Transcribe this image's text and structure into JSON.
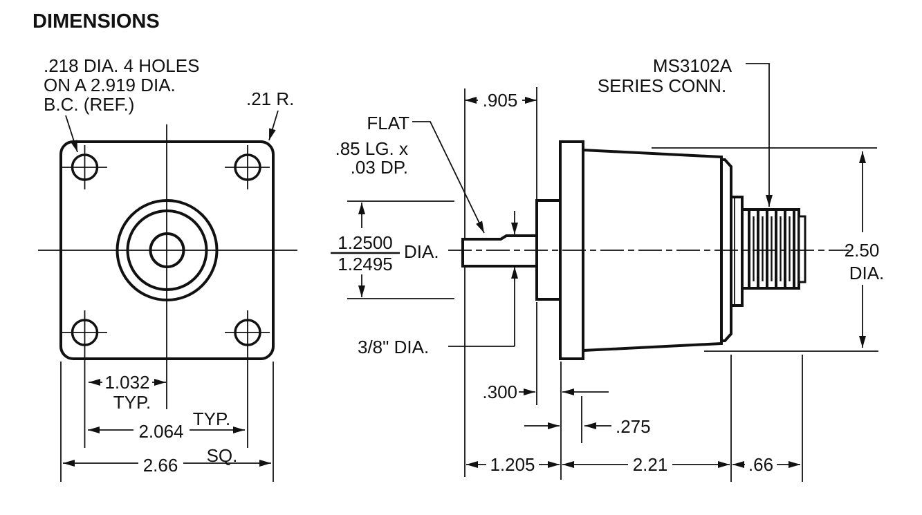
{
  "title": "DIMENSIONS",
  "front_view": {
    "hole_note_line1": ".218 DIA. 4 HOLES",
    "hole_note_line2": "ON A 2.919 DIA.",
    "hole_note_line3": "B.C. (REF.)",
    "corner_radius": ".21 R.",
    "hole_offset": "1.032",
    "hole_offset_suffix": "TYP.",
    "hole_spacing": "2.064",
    "hole_spacing_suffix": "TYP.",
    "flange_size": "2.66",
    "flange_size_suffix": "SQ."
  },
  "side_view": {
    "shaft_extension": ".905",
    "flat_note_line1": "FLAT",
    "flat_note_line2": ".85 LG. x",
    "flat_note_line3": ".03 DP.",
    "connector_line1": "MS3102A",
    "connector_line2": "SERIES CONN.",
    "pilot_dia_max": "1.2500",
    "pilot_dia_min": "1.2495",
    "pilot_dia_label": "DIA.",
    "shaft_dia": "3/8\" DIA.",
    "pilot_length": ".300",
    "flange_thickness": ".275",
    "shaft_to_flange": "1.205",
    "body_length": "2.21",
    "connector_length": ".66",
    "body_dia_value": "2.50",
    "body_dia_label": "DIA."
  }
}
